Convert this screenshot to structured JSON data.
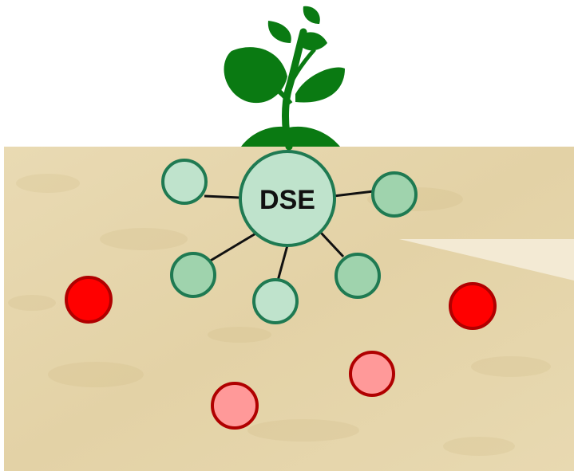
{
  "diagram": {
    "hub": {
      "label": "DSE",
      "fill": "#bfe3cc",
      "stroke": "#1f7a52"
    },
    "satellites": [
      {
        "name": "satellite-upper-left",
        "fill": "#bfe3cc"
      },
      {
        "name": "satellite-upper-right",
        "fill": "#9fd3ad"
      },
      {
        "name": "satellite-lower-left",
        "fill": "#9fd3ad"
      },
      {
        "name": "satellite-lower-center",
        "fill": "#bfe3cc"
      },
      {
        "name": "satellite-lower-right",
        "fill": "#9fd3ad"
      }
    ],
    "red_dots": [
      {
        "name": "red-dot-left",
        "fill": "#ff0000"
      },
      {
        "name": "red-dot-right",
        "fill": "#ff0000"
      },
      {
        "name": "pink-dot-center",
        "fill": "#ff9999"
      },
      {
        "name": "pink-dot-lower-left",
        "fill": "#ff9999"
      }
    ],
    "colors": {
      "soil": "#e6d6ad",
      "soil_dark": "#c9b07a",
      "plant": "#0a7a12",
      "connector": "#111111",
      "dot_stroke": "#b00000",
      "callout": "#f3ead4"
    }
  }
}
